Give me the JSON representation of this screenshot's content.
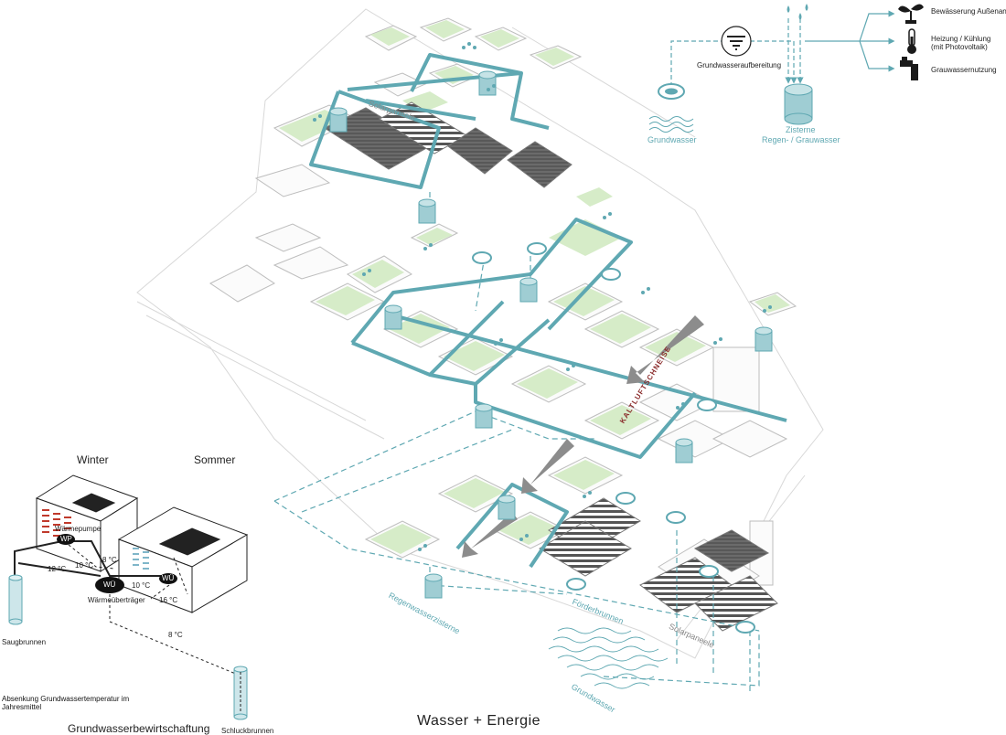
{
  "colors": {
    "water": "#5fa8b2",
    "green_roof": "#cfe8bf",
    "building_line": "#b8b8b8",
    "heat": "#c0392b",
    "dark": "#1a1a1a"
  },
  "title": "Wasser + Energie",
  "map_labels": {
    "solarpaneele_top": "Solarpaneele",
    "solarpaneele_bottom": "Solarpaneele",
    "kaltluftschneise": "KALTLUFTSCHNEISE",
    "regenwasserzisterne": "Regenwasserzisterne",
    "foerderbrunnen": "Förderbrunnen",
    "grundwasser": "Grundwasser"
  },
  "legend": {
    "grundwasseraufbereitung": "Grundwasseraufbereitung",
    "grundwasser": "Grundwasser",
    "zisterne_line1": "Zisterne",
    "zisterne_line2": "Regen- / Grauwasser",
    "uses": [
      {
        "icon": "plant-icon",
        "label": "Bewässerung Außenanlagen"
      },
      {
        "icon": "thermometer-icon",
        "label": "Heizung / Kühlung",
        "sub": "(mit Photovoltaik)"
      },
      {
        "icon": "faucet-icon",
        "label": "Grauwassernutzung"
      }
    ]
  },
  "heat_diagram": {
    "winter": "Winter",
    "sommer": "Sommer",
    "waermepumpe": "Wärmepumpe",
    "wp": "WP",
    "wue": "WÜ",
    "waermeuebertrager": "Wärmeüberträger",
    "t12": "12 °C",
    "t10a": "10 °C",
    "t10b": "10 °C",
    "t8a": "8 °C",
    "t16": "16 °C",
    "t8b": "8 °C",
    "saugbrunnen": "Saugbrunnen",
    "schluckbrunnen": "Schluckbrunnen",
    "absenkung_line1": "Absenkung Grundwassertemperatur im",
    "absenkung_line2": "Jahresmittel",
    "bewirtschaftung": "Grundwasserbewirtschaftung"
  }
}
